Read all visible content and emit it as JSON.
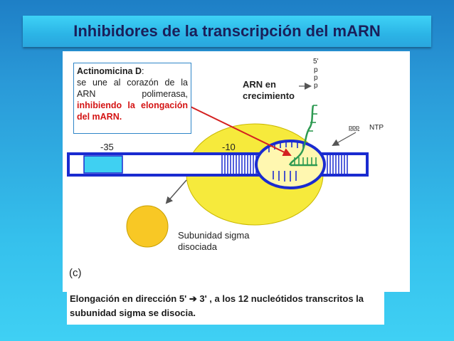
{
  "slide": {
    "title": "Inhibidores de la transcripción del mARN",
    "callout": {
      "heading": "Actinomicina D",
      "colon": ":",
      "body": "se une al corazón de la ARN polimerasa,",
      "highlight": "inhibiendo la elongación del mARN."
    },
    "caption": {
      "text1": "Elongación en dirección 5'",
      "arrow": "➔",
      "text2": " 3' , a los 12 nucleótidos transcritos la subunidad sigma se disocia."
    }
  },
  "diagram": {
    "label_minus35": "-35",
    "label_minus10": "-10",
    "label_rna_line1": "ARN  en",
    "label_rna_line2": "crecimiento",
    "label_5prime": "5'",
    "label_p1": "p",
    "label_p2": "p",
    "label_p3": "p",
    "label_ppp": "ppp",
    "label_ntp": "NTP",
    "label_sigma_line1": "Subunidad sigma",
    "label_sigma_line2": "disociada",
    "label_panel": "(c)",
    "colors": {
      "polymerase": "#f6ea3c",
      "sigma": "#f8c825",
      "promoter_box": "#3fd0f2",
      "dna_outline": "#1a2bd0",
      "bubble_fill": "#fff7b0",
      "rna": "#2e9a52",
      "drug_arrow": "#d42020"
    }
  }
}
